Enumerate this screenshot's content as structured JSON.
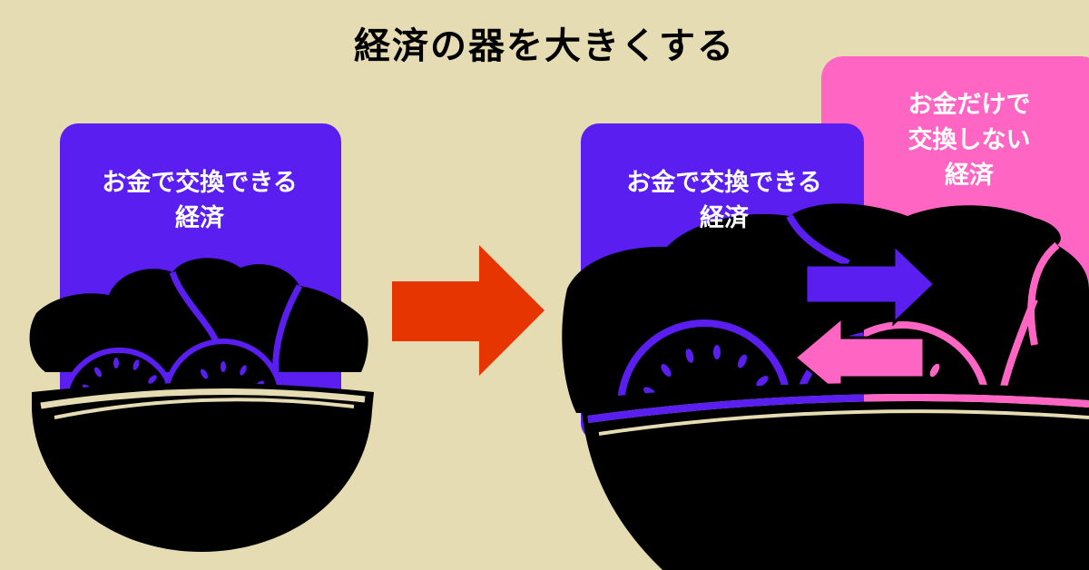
{
  "title": "経済の器を大きくする",
  "left_panel": {
    "label_line1": "お金で交換できる",
    "label_line2": "経済"
  },
  "right_panel_purple": {
    "label_line1": "お金で交換できる",
    "label_line2": "経済"
  },
  "right_panel_pink": {
    "label_line1": "お金だけで",
    "label_line2": "交換しない",
    "label_line3": "経済"
  },
  "colors": {
    "background": "#e6dcb4",
    "purple": "#5a1ff0",
    "pink": "#ff66c4",
    "arrow": "#e63500",
    "bowl": "#000000"
  }
}
